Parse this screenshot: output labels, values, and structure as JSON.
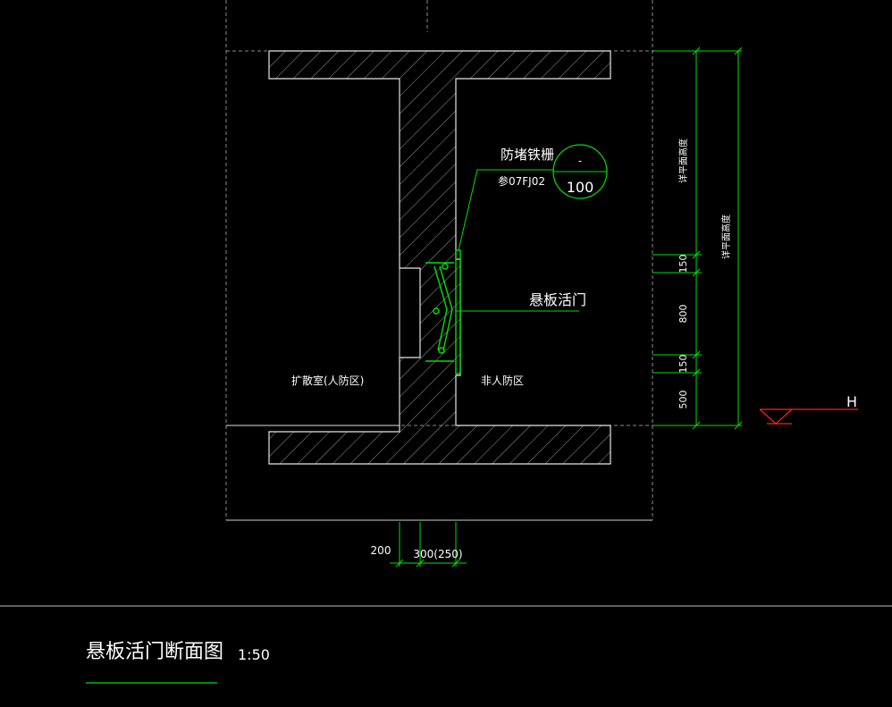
{
  "labels": {
    "grille_title": "防堵铁栅",
    "grille_ref": "参07FJ02",
    "bubble_top": "-",
    "bubble_bottom": "100",
    "door_label": "悬板活门",
    "room_left": "扩散室(人防区)",
    "room_right": "非人防区",
    "level_mark": "H",
    "vertical_note_1": "详平面高度",
    "vertical_note_2": "详平面高度"
  },
  "dimensions": {
    "right_stack": [
      "150",
      "800",
      "150",
      "500"
    ],
    "bottom_left": "200",
    "bottom_wall": "300(250)"
  },
  "title_block": {
    "title": "悬板活门断面图",
    "scale": "1:50"
  },
  "colors": {
    "background": "#000000",
    "lines": "#ffffff",
    "dimension": "#00ff00",
    "level_marker": "#ff0000"
  }
}
